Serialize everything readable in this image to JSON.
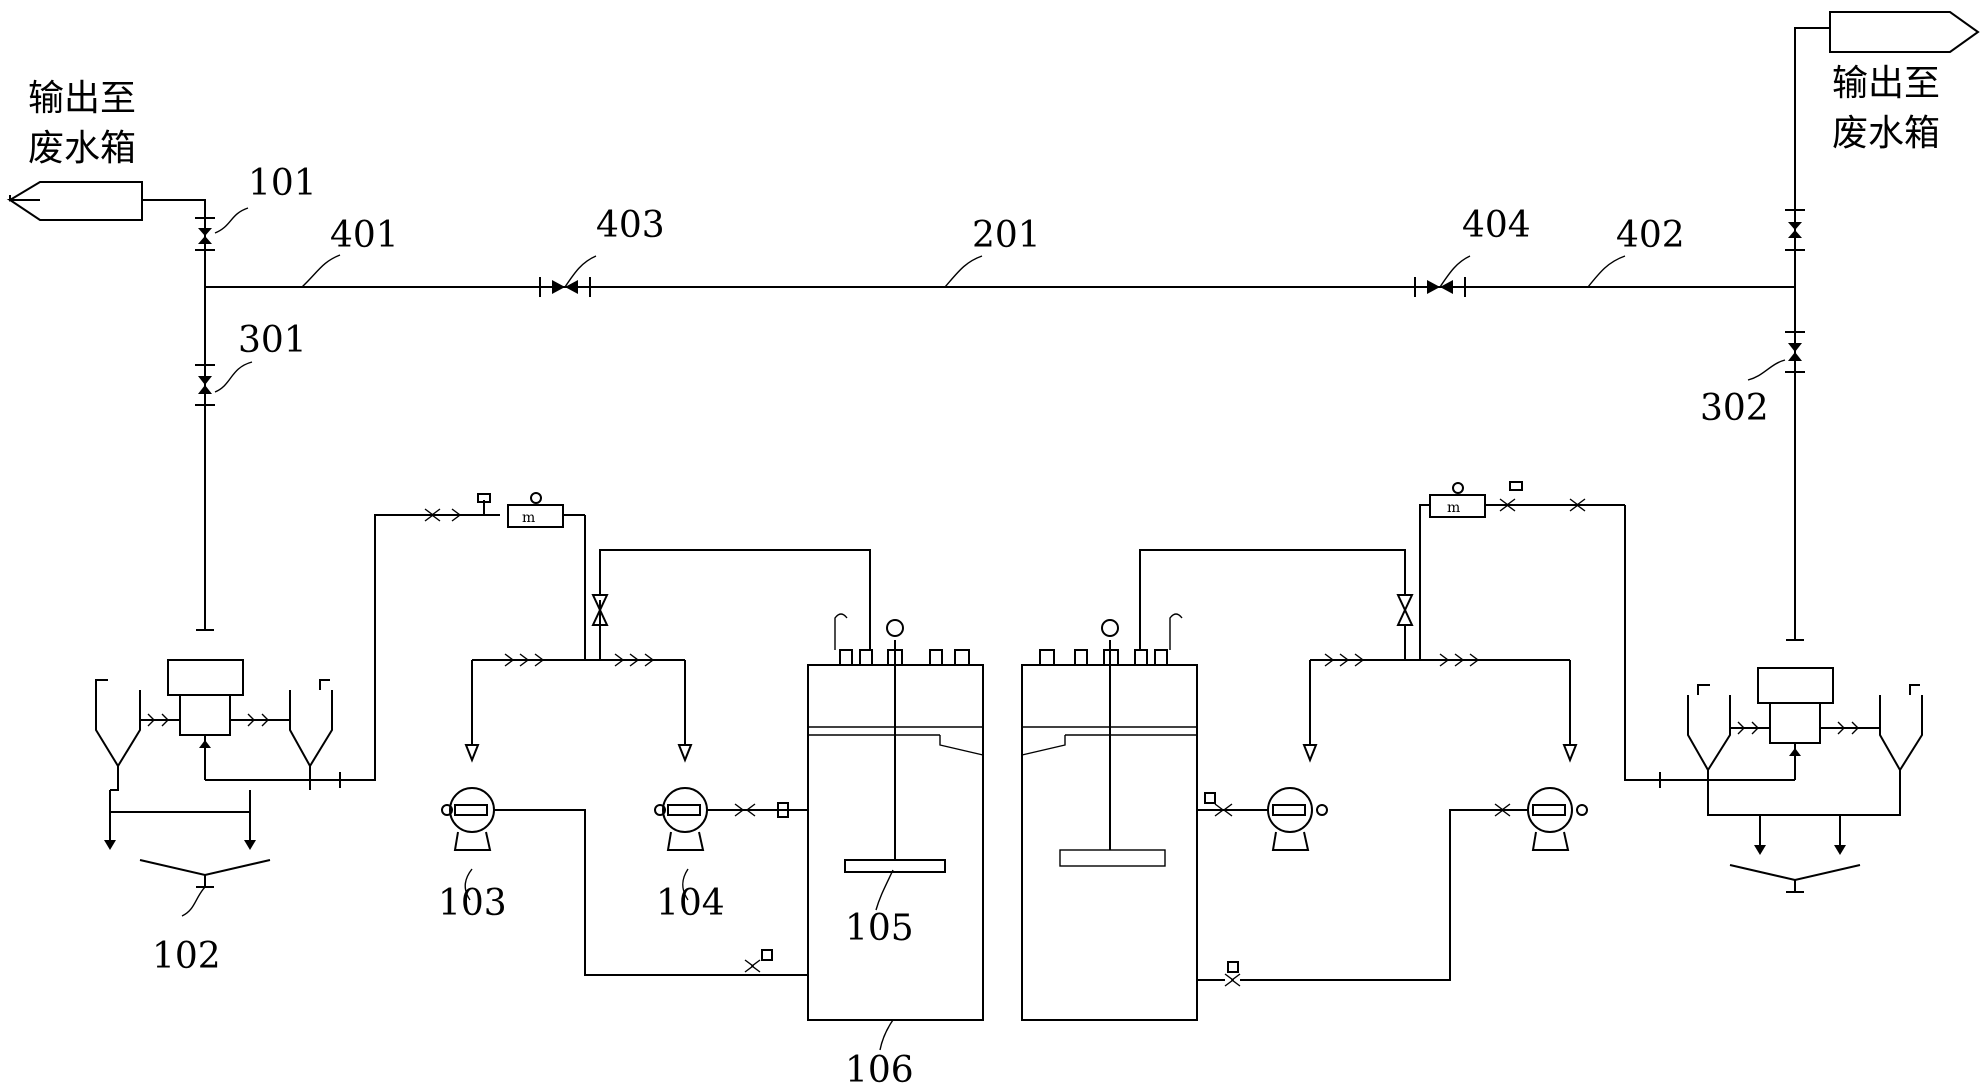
{
  "outlets": {
    "left": {
      "line1": "输出至",
      "line2": "废水箱"
    },
    "right": {
      "line1": "输出至",
      "line2": "废水箱"
    }
  },
  "labels": {
    "l101": "101",
    "l102": "102",
    "l103": "103",
    "l104": "104",
    "l105": "105",
    "l106": "106",
    "l201": "201",
    "l301": "301",
    "l302": "302",
    "l401": "401",
    "l402": "402",
    "l403": "403",
    "l404": "404"
  },
  "colors": {
    "line": "#000000",
    "background": "#ffffff"
  }
}
